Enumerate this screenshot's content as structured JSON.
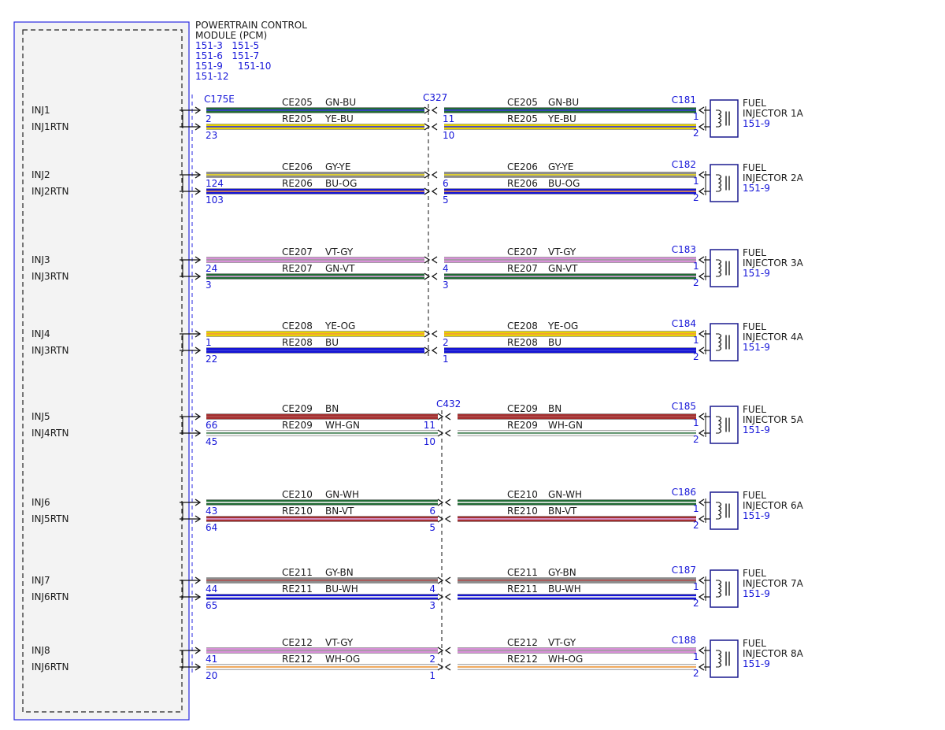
{
  "module": {
    "title": [
      "POWERTRAIN CONTROL",
      "MODULE (PCM)"
    ],
    "refs": [
      "151-3   151-5",
      "151-6   151-7",
      "151-9     151-10",
      "151-12"
    ]
  },
  "connectors": {
    "pcm": "C175E",
    "inline_top": "C327",
    "inline_bottom": "C432"
  },
  "colors": {
    "GN": "#1f6b34",
    "BU": "#1414d4",
    "YE": "#e8d400",
    "GY": "#8c8c8c",
    "OG": "#f08a1c",
    "VT": "#d890d8",
    "BN": "#a32f2f",
    "WH": "#f2f2f2",
    "box_border": "#2a2ae0",
    "box_fill": "#f3f3f3",
    "pin_text": "#1515d8"
  },
  "channels": [
    {
      "sig": "INJ1",
      "rtn": "INJ1RTN",
      "ce": {
        "circuit": "CE205",
        "color": "GN-BU",
        "pcm_pin": "2",
        "inline_pin": "11"
      },
      "re": {
        "circuit": "RE205",
        "color": "YE-BU",
        "pcm_pin": "23",
        "inline_pin": "10"
      },
      "inline_label": "C327",
      "injector": {
        "connector": "C181",
        "lines": [
          "FUEL",
          "INJECTOR 1A"
        ],
        "ref": "151-9",
        "pin_a": "1",
        "pin_b": "2"
      }
    },
    {
      "sig": "INJ2",
      "rtn": "INJ2RTN",
      "ce": {
        "circuit": "CE206",
        "color": "GY-YE",
        "pcm_pin": "124",
        "inline_pin": "6"
      },
      "re": {
        "circuit": "RE206",
        "color": "BU-OG",
        "pcm_pin": "103",
        "inline_pin": "5"
      },
      "inline_label": "",
      "injector": {
        "connector": "C182",
        "lines": [
          "FUEL",
          "INJECTOR 2A"
        ],
        "ref": "151-9",
        "pin_a": "1",
        "pin_b": "2"
      }
    },
    {
      "sig": "INJ3",
      "rtn": "INJ3RTN",
      "ce": {
        "circuit": "CE207",
        "color": "VT-GY",
        "pcm_pin": "24",
        "inline_pin": "4"
      },
      "re": {
        "circuit": "RE207",
        "color": "GN-VT",
        "pcm_pin": "3",
        "inline_pin": "3"
      },
      "inline_label": "",
      "injector": {
        "connector": "C183",
        "lines": [
          "FUEL",
          "INJECTOR 3A"
        ],
        "ref": "151-9",
        "pin_a": "1",
        "pin_b": "2"
      }
    },
    {
      "sig": "INJ4",
      "rtn": "INJ3RTN",
      "ce": {
        "circuit": "CE208",
        "color": "YE-OG",
        "pcm_pin": "1",
        "inline_pin": "2"
      },
      "re": {
        "circuit": "RE208",
        "color": "BU",
        "pcm_pin": "22",
        "inline_pin": "1"
      },
      "inline_label": "",
      "injector": {
        "connector": "C184",
        "lines": [
          "FUEL",
          "INJECTOR 4A"
        ],
        "ref": "151-9",
        "pin_a": "1",
        "pin_b": "2"
      }
    },
    {
      "sig": "INJ5",
      "rtn": "INJ4RTN",
      "ce": {
        "circuit": "CE209",
        "color": "BN",
        "pcm_pin": "66",
        "inline_pin": "11"
      },
      "re": {
        "circuit": "RE209",
        "color": "WH-GN",
        "pcm_pin": "45",
        "inline_pin": "10"
      },
      "inline_label": "C432",
      "injector": {
        "connector": "C185",
        "lines": [
          "FUEL",
          "INJECTOR 5A"
        ],
        "ref": "151-9",
        "pin_a": "1",
        "pin_b": "2"
      }
    },
    {
      "sig": "INJ6",
      "rtn": "INJ5RTN",
      "ce": {
        "circuit": "CE210",
        "color": "GN-WH",
        "pcm_pin": "43",
        "inline_pin": "6"
      },
      "re": {
        "circuit": "RE210",
        "color": "BN-VT",
        "pcm_pin": "64",
        "inline_pin": "5"
      },
      "inline_label": "",
      "injector": {
        "connector": "C186",
        "lines": [
          "FUEL",
          "INJECTOR 6A"
        ],
        "ref": "151-9",
        "pin_a": "1",
        "pin_b": "2"
      }
    },
    {
      "sig": "INJ7",
      "rtn": "INJ6RTN",
      "ce": {
        "circuit": "CE211",
        "color": "GY-BN",
        "pcm_pin": "44",
        "inline_pin": "4"
      },
      "re": {
        "circuit": "RE211",
        "color": "BU-WH",
        "pcm_pin": "65",
        "inline_pin": "3"
      },
      "inline_label": "",
      "injector": {
        "connector": "C187",
        "lines": [
          "FUEL",
          "INJECTOR 7A"
        ],
        "ref": "151-9",
        "pin_a": "1",
        "pin_b": "2"
      }
    },
    {
      "sig": "INJ8",
      "rtn": "INJ6RTN",
      "ce": {
        "circuit": "CE212",
        "color": "VT-GY",
        "pcm_pin": "41",
        "inline_pin": "2"
      },
      "re": {
        "circuit": "RE212",
        "color": "WH-OG",
        "pcm_pin": "20",
        "inline_pin": "1"
      },
      "inline_label": "",
      "injector": {
        "connector": "C188",
        "lines": [
          "FUEL",
          "INJECTOR 8A"
        ],
        "ref": "151-9",
        "pin_a": "1",
        "pin_b": "2"
      }
    }
  ]
}
